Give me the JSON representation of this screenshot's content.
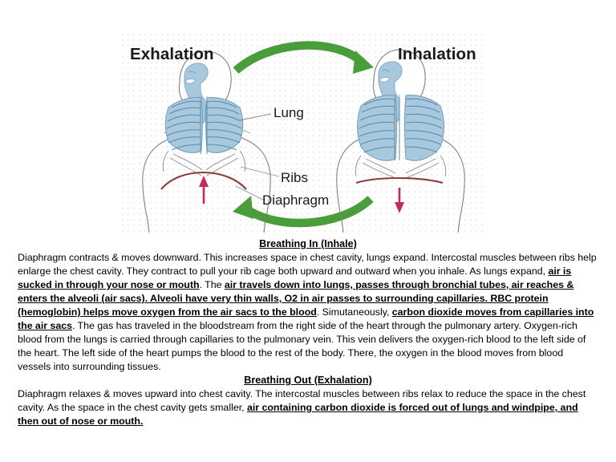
{
  "diagram": {
    "title_left": "Exhalation",
    "title_right": "Inhalation",
    "labels": {
      "lung": "Lung",
      "ribs": "Ribs",
      "diaphragm": "Diaphragm"
    },
    "colors": {
      "arrow_green": "#4a9e3a",
      "arrow_red": "#c32a5b",
      "lung_fill": "#a8c8de",
      "rib_line": "#5b87a8",
      "diaphragm_line": "#8c3b3b",
      "body_outline": "#6f6f6f"
    },
    "arcs": [
      {
        "name": "top-arc-exhale-to-inhale",
        "direction": "right"
      },
      {
        "name": "bottom-arc-inhale-to-exhale",
        "direction": "left"
      }
    ],
    "figures": [
      {
        "name": "exhalation-figure",
        "diaphragm_state": "domed-up",
        "arrow_direction": "up"
      },
      {
        "name": "inhalation-figure",
        "diaphragm_state": "flattened-down",
        "arrow_direction": "down"
      }
    ]
  },
  "content": {
    "heading_inhale": "Breathing In (Inhale)",
    "inhale_paragraph": {
      "p1_plain_a": " Diaphragm contracts & moves downward. This increases space in chest cavity, lungs expand. Intercostal muscles between ribs help enlarge the chest cavity. They contract to pull your rib cage both upward and outward when you inhale. As lungs expand, ",
      "p1_bold_a": "air is sucked in through your nose or mouth",
      "p1_plain_b": ". The ",
      "p1_bold_b": "air travels down into lungs, passes through bronchial tubes, air reaches & enters the alveoli (air sacs). Alveoli have very thin walls, O2 in air passes to surrounding capillaries. RBC protein (hemoglobin) helps move oxygen from the air sacs to the blood",
      "p1_plain_c": ". Simutaneously, ",
      "p1_bold_c": "carbon dioxide moves from capillaries into the air sacs",
      "p1_plain_d": ". The gas has traveled in the bloodstream from the right side of the heart through the pulmonary artery. Oxygen-rich blood from the lungs is carried through capillaries to the pulmonary vein. This vein delivers the oxygen-rich blood to the left side of the heart. The left side of the heart pumps the blood to the rest of the body. There, the oxygen in the blood moves from blood vessels into surrounding tissues."
    },
    "heading_exhale": "Breathing Out (Exhalation)",
    "exhale_paragraph": {
      "p2_plain_a": "Diaphragm relaxes & moves upward into chest cavity. The intercostal muscles between ribs relax to reduce the space in the chest cavity.  As the space in the chest cavity gets smaller, ",
      "p2_bold_a": "air containing carbon dioxide is forced out of lungs and windpipe, and then out of nose or mouth."
    }
  }
}
